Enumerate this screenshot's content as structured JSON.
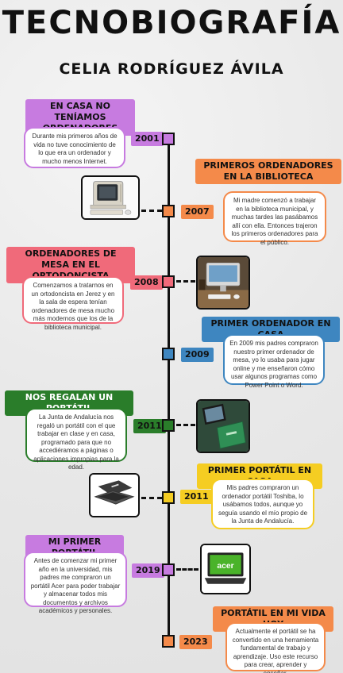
{
  "header": {
    "title": "TECNOBIOGRAFÍA",
    "author": "CELIA RODRÍGUEZ ÁVILA"
  },
  "colors": {
    "purple": "#c77be0",
    "orange": "#f48a4a",
    "red": "#f06a7a",
    "blue": "#3e86c0",
    "green": "#2a7d2a",
    "yellow": "#f5cd22"
  },
  "events": [
    {
      "year": "2001",
      "title": "EN CASA NO TENÍAMOS ORDENADORES",
      "text": "Durante mis primeros años de vida no tuve conocimiento de lo que era un ordenador y mucho menos Internet.",
      "image": null
    },
    {
      "year": "2007",
      "title": "PRIMEROS ORDENADORES EN LA BIBLIOTECA",
      "text": "Mi madre comenzó a trabajar en la biblioteca municipal, y muchas tardes las pasábamos allí con ella. Entonces trajeron los primeros ordenadores para el público.",
      "image": "crt-computer-photo"
    },
    {
      "year": "2008",
      "title": "ORDENADORES DE MESA EN EL ORTODONCISTA",
      "text": "Comenzamos a tratarnos en un ortodoncista en Jerez y en la sala de espera tenían ordenadores de mesa mucho más modernos que los de la biblioteca municipal.",
      "image": "imac-desk-photo"
    },
    {
      "year": "2009",
      "title": "PRIMER ORDENADOR EN CASA",
      "text": "En 2009 mis padres compraron nuestro primer ordenador de mesa, yo lo usaba para jugar online y me enseñaron cómo usar algunos programas como Power Point o Word.",
      "image": null
    },
    {
      "year": "2011",
      "title": "NOS REGALAN UN PORTÁTIL",
      "text": "La Junta de Andalucía nos regaló un portátil con el que trabajar en clase y en casa, programado para que no accediéramos a páginas o aplicaciones impropias para la edad.",
      "image": "green-netbook-photo"
    },
    {
      "year": "2011",
      "title": "PRIMER PORTÁTIL EN CASA",
      "text": "Mis padres compraron un ordenador portátil Toshiba, lo usábamos todos, aunque yo seguía usando el mío propio de la Junta de Andalucía.",
      "image": "toshiba-laptop-photo"
    },
    {
      "year": "2019",
      "title": "MI PRIMER PORTÁTIL",
      "text": "Antes de comenzar mi primer año en la universidad, mis padres me compraron un portátil Acer para poder trabajar y almacenar todos mis documentos y archivos académicos y personales.",
      "image": "acer-laptop-photo",
      "image_brand": "acer"
    },
    {
      "year": "2023",
      "title": "PORTÁTIL EN MI VIDA HOY",
      "text": "Actualmente el portátil se ha convertido en una herramienta fundamental de trabajo y aprendizaje. Uso este recurso para crear, aprender y enseñar.",
      "image": null
    }
  ]
}
